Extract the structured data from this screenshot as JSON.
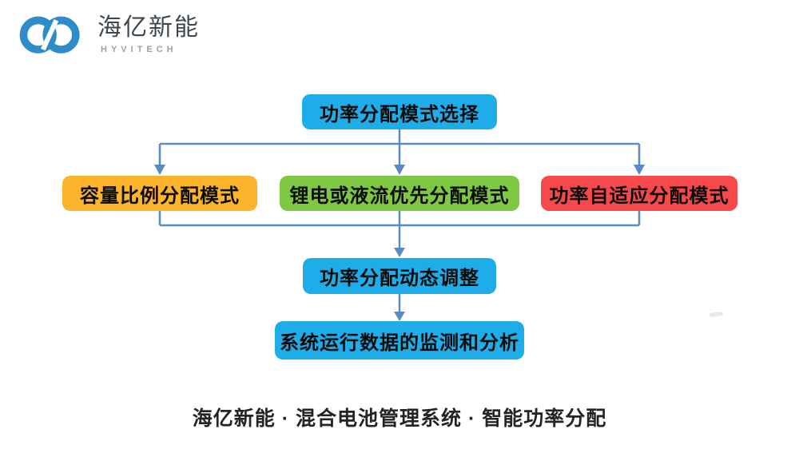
{
  "brand": {
    "name": "海亿新能",
    "subtitle": "HYVITECH"
  },
  "flowchart": {
    "nodes": {
      "mode_select": {
        "label": "功率分配模式选择",
        "color": "#1FADE9"
      },
      "capacity_ratio": {
        "label": "容量比例分配模式",
        "color": "#FBB42C"
      },
      "priority": {
        "label": "锂电或液流优先分配模式",
        "color": "#7EC844"
      },
      "adaptive": {
        "label": "功率自适应分配模式",
        "color": "#F5494B"
      },
      "dynamic_adjust": {
        "label": "功率分配动态调整",
        "color": "#1FADE9"
      },
      "monitor": {
        "label": "系统运行数据的监测和分析",
        "color": "#1FADE9"
      }
    },
    "edges": [
      {
        "from": "mode_select",
        "to": "capacity_ratio"
      },
      {
        "from": "mode_select",
        "to": "priority"
      },
      {
        "from": "mode_select",
        "to": "adaptive"
      },
      {
        "from": "capacity_ratio",
        "to": "dynamic_adjust"
      },
      {
        "from": "priority",
        "to": "dynamic_adjust"
      },
      {
        "from": "adaptive",
        "to": "dynamic_adjust"
      },
      {
        "from": "dynamic_adjust",
        "to": "monitor"
      }
    ]
  },
  "caption": "海亿新能 · 混合电池管理系统 · 智能功率分配",
  "colors": {
    "node-blue": "#1FADE9",
    "node-yellow": "#FBB42C",
    "node-green": "#7EC844",
    "node-red": "#F5494B",
    "connector": "#5B8BC5",
    "node-text": "#0C0C0C",
    "logo-blue": "#2F8CCB",
    "brand-text": "#3F474E",
    "brand-sub": "#99A1A8",
    "caption-text": "#242424",
    "page-bg": "#FFFFFF"
  }
}
